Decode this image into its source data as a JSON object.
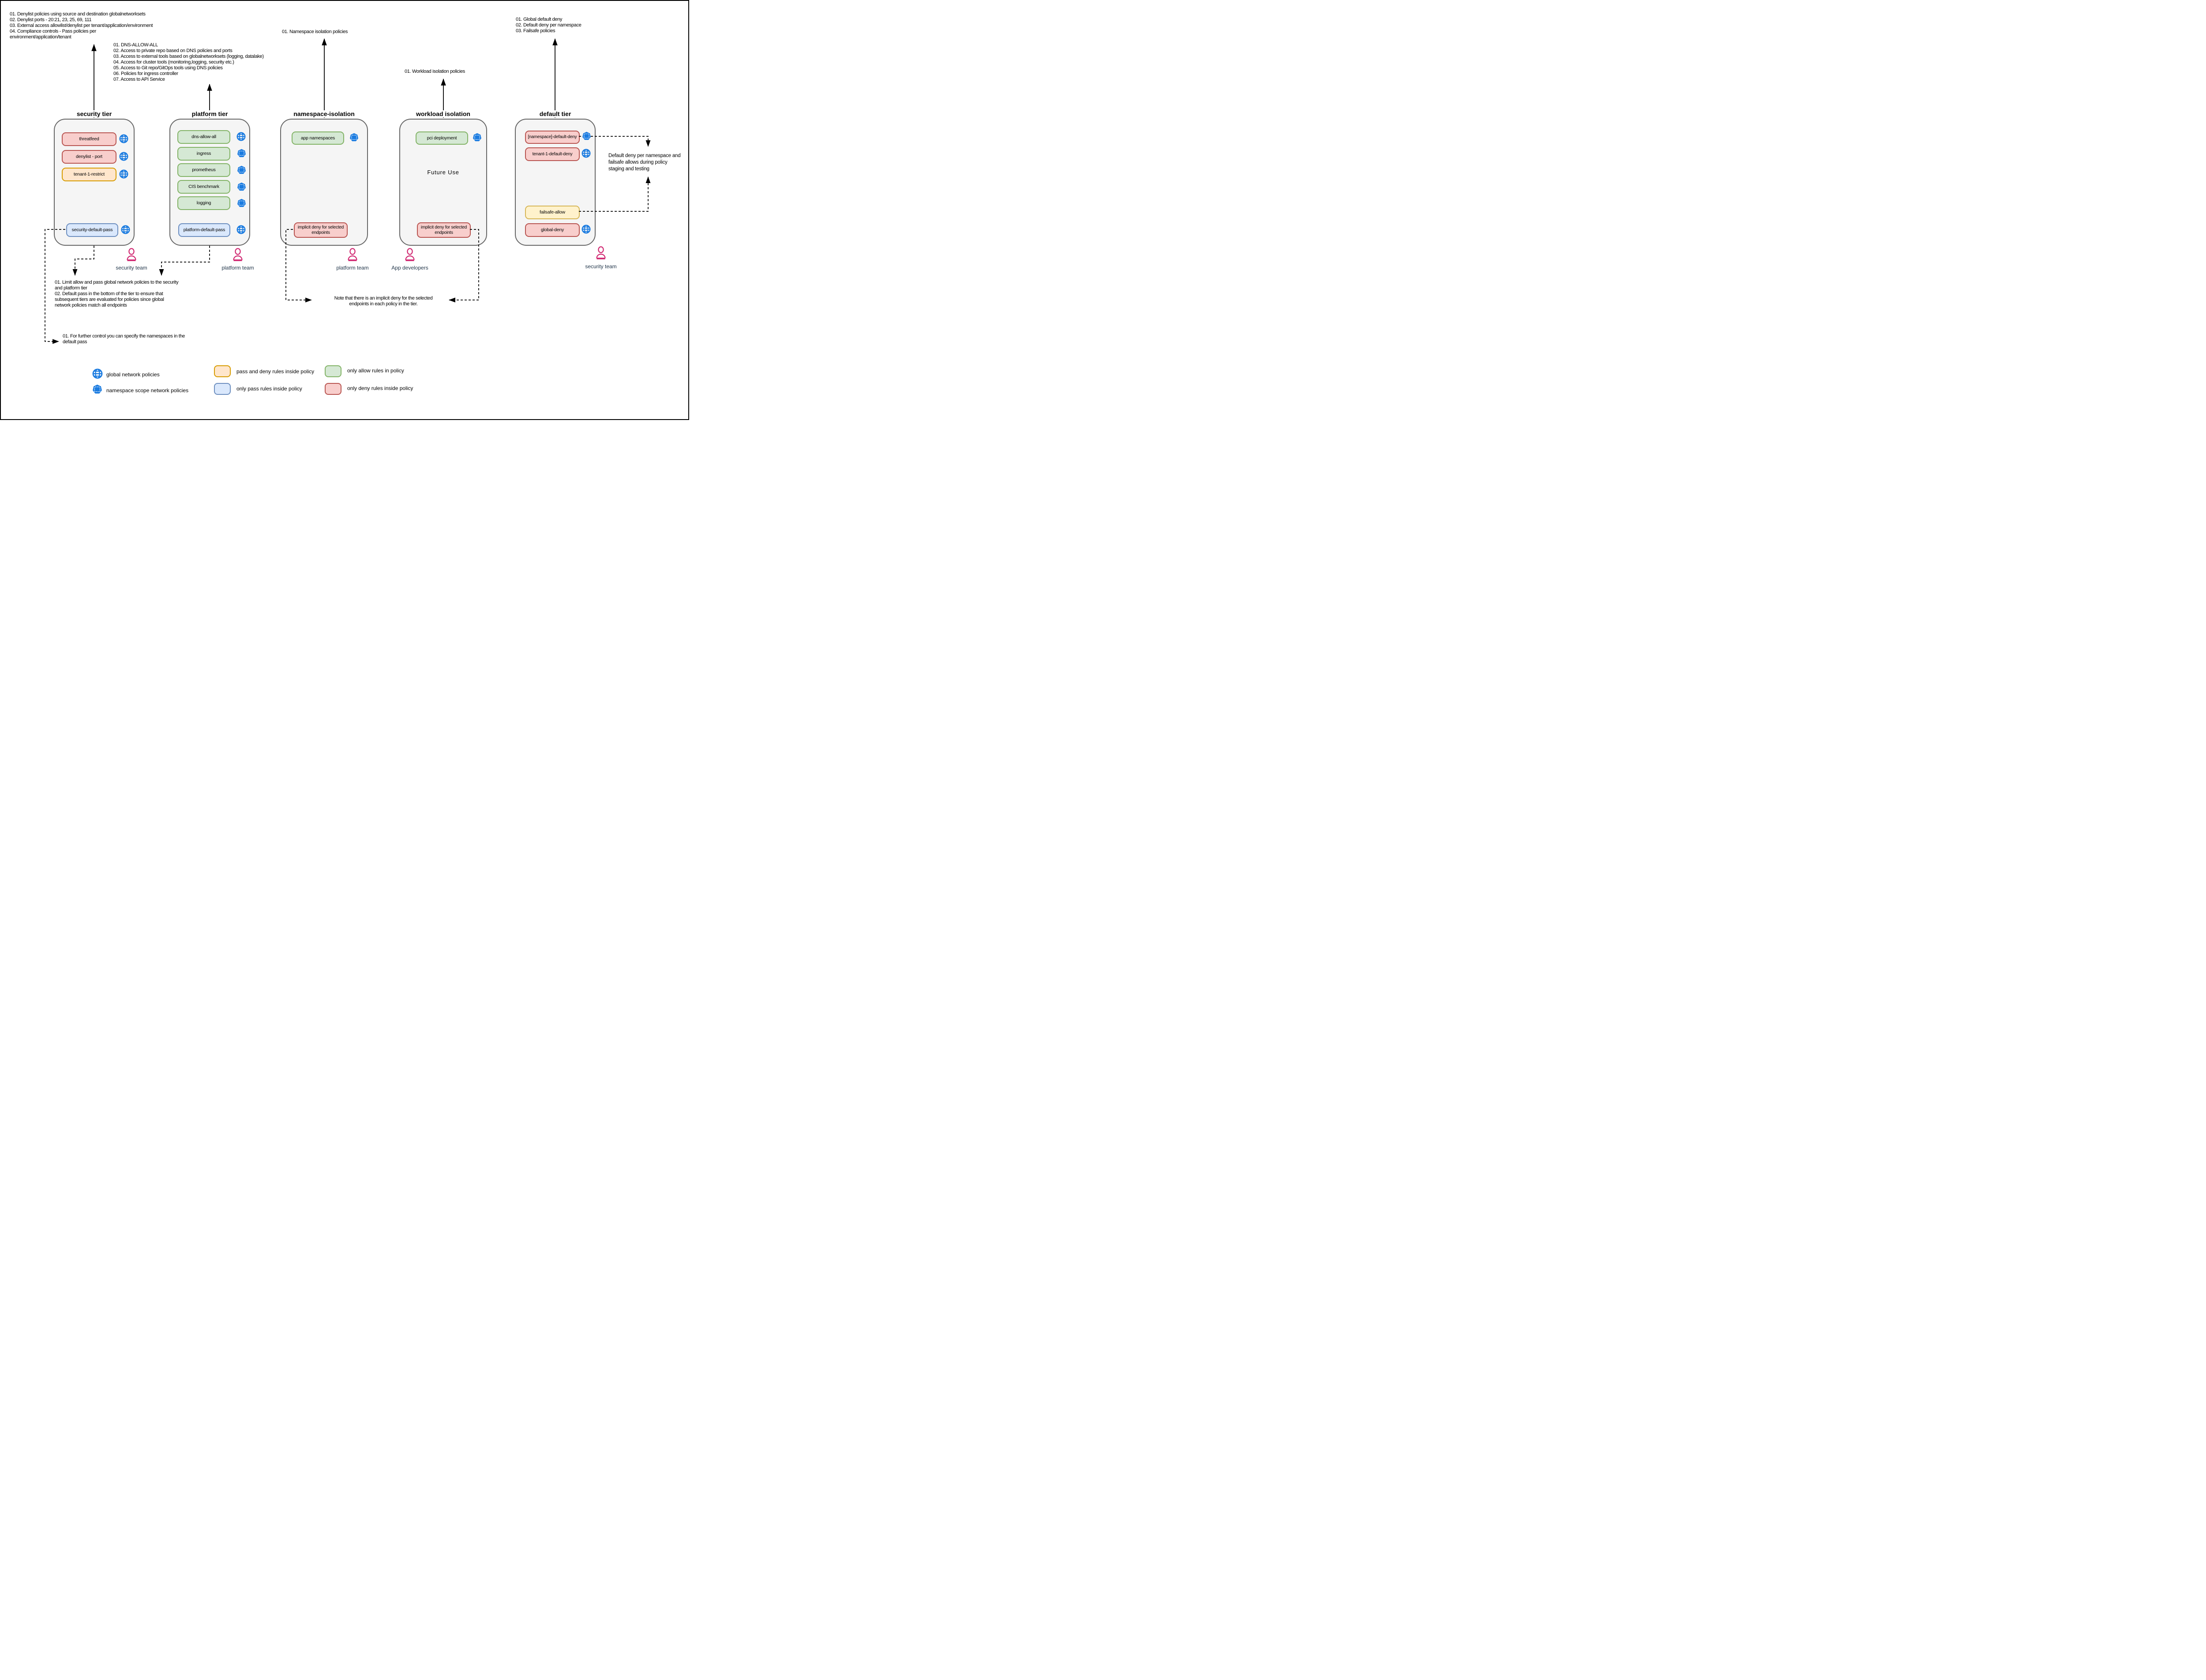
{
  "colors": {
    "red": {
      "fill": "#f8cecc",
      "stroke": "#b85450"
    },
    "orange": {
      "fill": "#ffe6cc",
      "stroke": "#d79b00"
    },
    "yellow": {
      "fill": "#fff2cc",
      "stroke": "#d6b656"
    },
    "green": {
      "fill": "#d5e8d4",
      "stroke": "#82b366"
    },
    "blue": {
      "fill": "#dae8fc",
      "stroke": "#6c8ebf"
    },
    "tier": {
      "fill": "#f5f5f5",
      "stroke": "#666666"
    },
    "icon_blue": "#1a7be0",
    "person_pink": "#d02670",
    "team_label": "#22364a"
  },
  "annotations": {
    "security_tier_list": "01. Denylist policies using source and destination globalnetworksets\n02. Denylist ports - 20:21, 23, 25, 69, 111\n03. External access allowlist/denylist per tenant/application/environment\n04. Compliance controls - Pass policies per\nenvironment/application/tenant",
    "platform_tier_list": "01. DNS-ALLOW-ALL\n02. Access to private repo based on DNS policies and ports\n03. Access to external tools based on globalnetworksets (logging, datalake)\n04. Access for cluster tools (monitoring,logging, security etc.)\n05. Access to Git repo/GitOps tools using DNS policies\n06. Policies for ingress controller\n07. Access to API Service",
    "namespace_list": "01. Namespace isolation policies",
    "workload_list": "01. Workload isolation policies",
    "default_tier_list": "01. Global default deny\n02. Default deny per namespace\n03. Failsafe policies"
  },
  "tiers": [
    {
      "title": "security tier",
      "policies": [
        {
          "label": "threatfeed"
        },
        {
          "label": "denylist - port"
        },
        {
          "label": "tenant-1-restrict"
        },
        {
          "label": "security-default-pass"
        }
      ]
    },
    {
      "title": "platform tier",
      "policies": [
        {
          "label": "dns-allow-all"
        },
        {
          "label": "ingress"
        },
        {
          "label": "prometheus"
        },
        {
          "label": "CIS benchmark"
        },
        {
          "label": "logging"
        },
        {
          "label": "platform-default-pass"
        }
      ]
    },
    {
      "title": "namespace-isolation",
      "policies": [
        {
          "label": "app namespaces"
        },
        {
          "label": "implicit deny for selected\nendpoints"
        }
      ]
    },
    {
      "title": "workload isolation",
      "future_label": "Future Use",
      "policies": [
        {
          "label": "pci deployment"
        },
        {
          "label": "implicit deny for selected\nendpoints"
        }
      ]
    },
    {
      "title": "default tier",
      "policies": [
        {
          "label": "[namespace]-default-deny"
        },
        {
          "label": "tenant-1-default-deny"
        },
        {
          "label": "failsafe-allow"
        },
        {
          "label": "global-deny"
        }
      ]
    }
  ],
  "teams": [
    {
      "label": "security team"
    },
    {
      "label": "platform team"
    },
    {
      "label": "platform team"
    },
    {
      "label": "App developers"
    },
    {
      "label": "security team"
    }
  ],
  "notes": {
    "limit_note": "01. Limit allow and pass global network policies to the security\nand platform tier\n02. Default pass in the bottom of the tier to ensure that\nsubsequent tiers are evaluated for policies since global\nnetwork policies match all endpoints",
    "further_control_note": "01. For further control you can specify the namespaces in the\ndefault pass",
    "implicit_deny_note": "Note that there is an implicit deny for the selected\nendpoints in each policy in the tier.",
    "default_deny_note": "Default deny per namespace and\nfailsafe allows during policy\nstaging and testing"
  },
  "legend": {
    "items": [
      {
        "icon": "globe",
        "label": "global network policies"
      },
      {
        "icon": "namespace",
        "label": "namespace scope network policies"
      },
      {
        "swatch": "orange",
        "label": "pass and deny rules inside policy"
      },
      {
        "swatch": "blue",
        "label": "only pass rules inside policy"
      },
      {
        "swatch": "green",
        "label": "only allow rules in policy"
      },
      {
        "swatch": "red",
        "label": "only deny rules inside policy"
      }
    ]
  }
}
